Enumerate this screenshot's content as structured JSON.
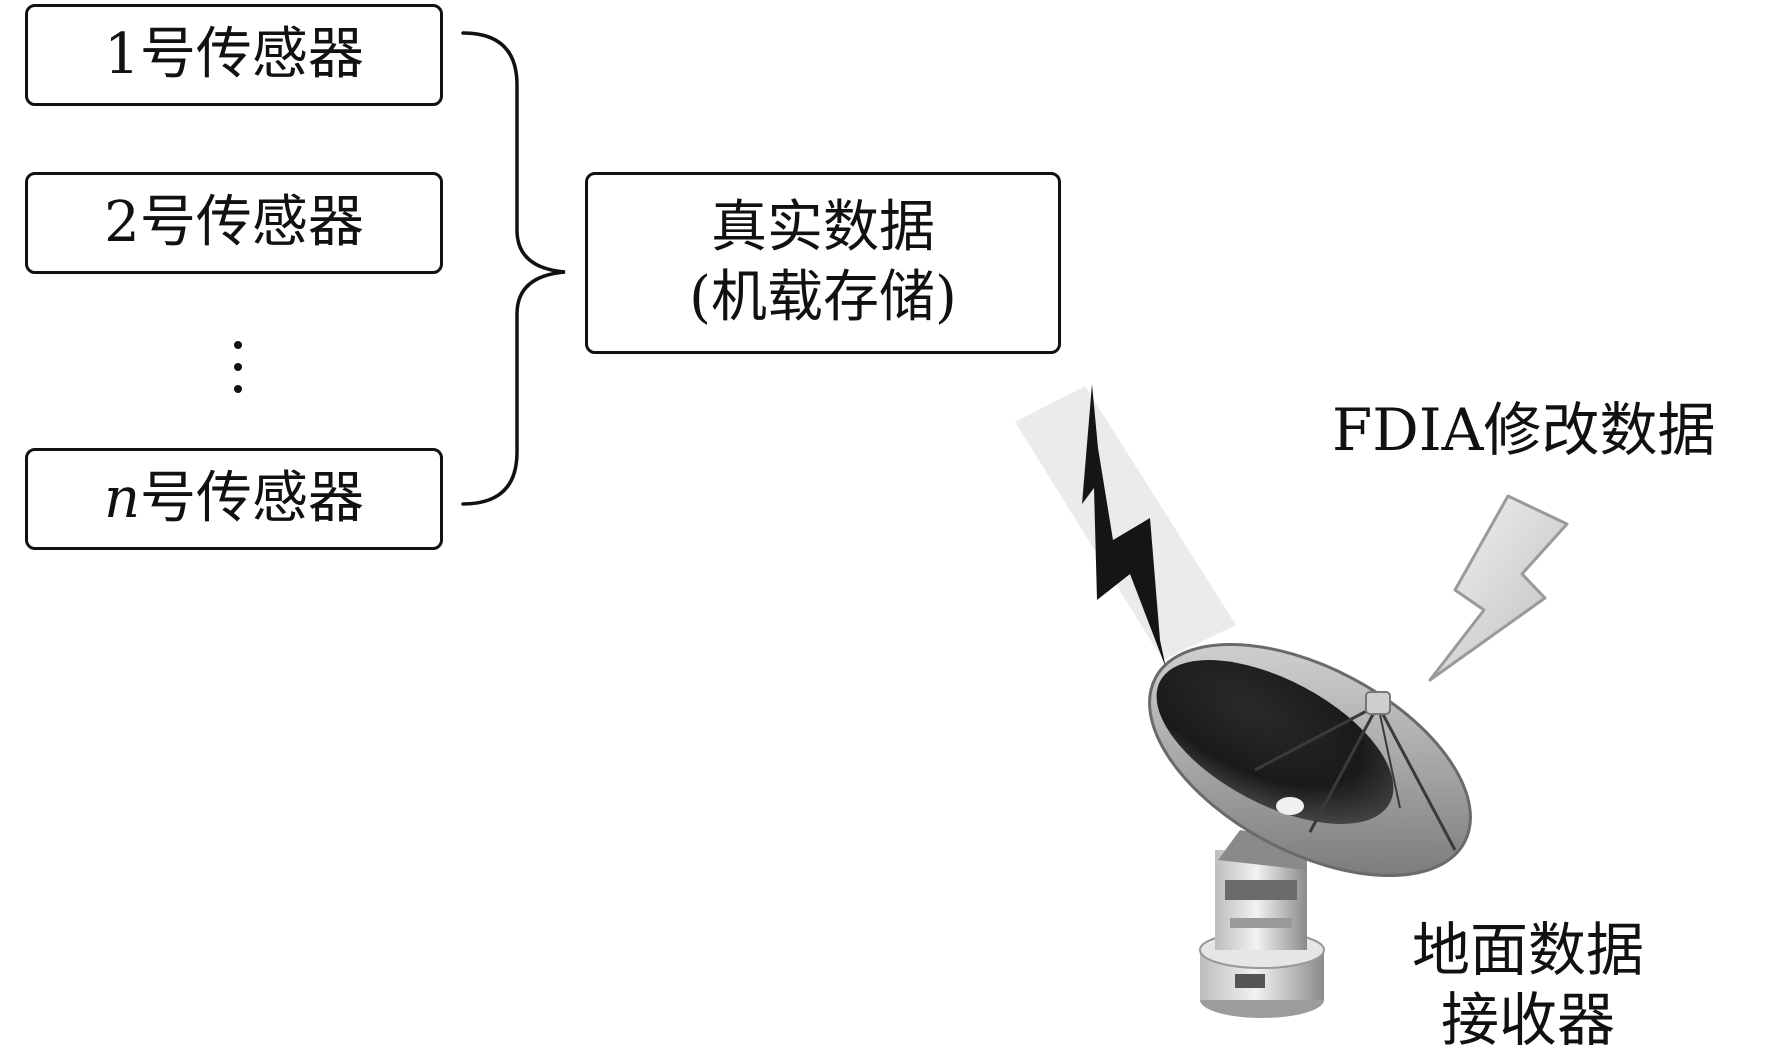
{
  "sensors": [
    {
      "number": "1",
      "label": "号传感器"
    },
    {
      "number": "2",
      "label": "号传感器"
    },
    {
      "number": "n",
      "label": "号传感器"
    }
  ],
  "real_data": {
    "line1": "真实数据",
    "line2": "(机载存储)"
  },
  "fdia_label": "FDIA修改数据",
  "receiver": {
    "line1": "地面数据",
    "line2": "接收器"
  }
}
